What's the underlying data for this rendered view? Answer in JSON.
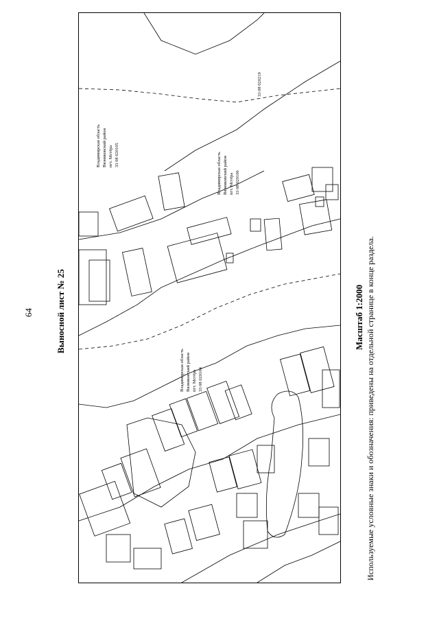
{
  "page_number": "64",
  "sheet_title": "Выносной лист № 25",
  "scale_text": "Масштаб 1:2000",
  "legend_note": "Используемые условные знаки и обозначения: приведены на отдельной странице в конце раздела.",
  "map": {
    "labels": [
      {
        "lines": [
          "Владимирская область",
          "Вязниковский район",
          "пгт. Мстёра",
          "33 08 020105"
        ]
      },
      {
        "lines": [
          "Владимирская область",
          "Вязниковский район",
          "пгт. Мстёра",
          "33 08 020106"
        ]
      },
      {
        "lines": [
          "Владимирская область",
          "Вязниковский район",
          "пгт. Мстёра",
          "33 08 020104"
        ]
      },
      {
        "lines": [
          "33 08 020219"
        ]
      }
    ]
  }
}
